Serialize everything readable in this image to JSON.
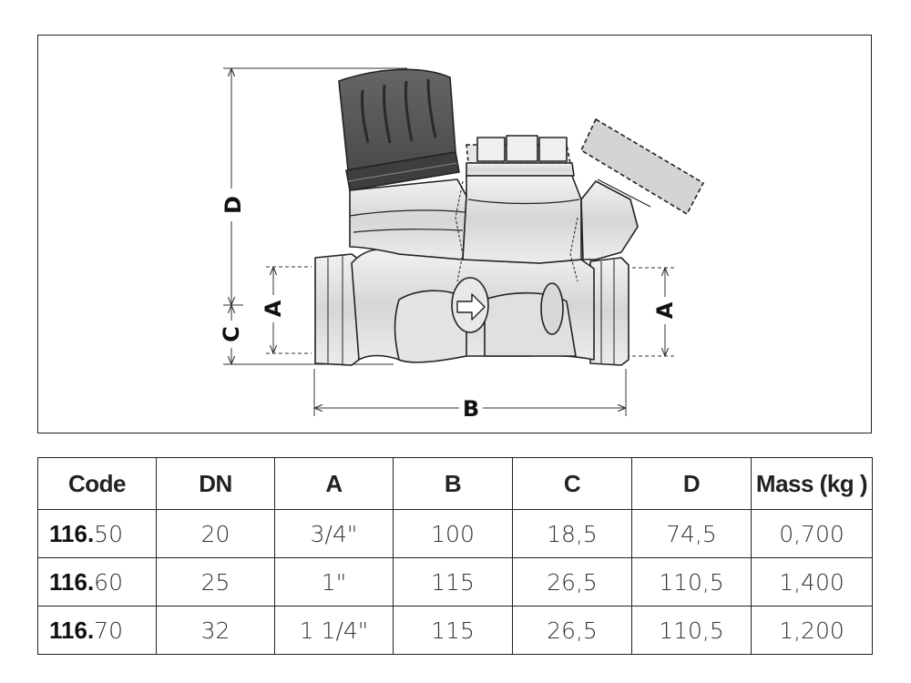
{
  "drawing": {
    "labels": {
      "a_left": "A",
      "a_right": "A",
      "b": "B",
      "c": "C",
      "d": "D"
    }
  },
  "table": {
    "headers": [
      "Code",
      "DN",
      "A",
      "B",
      "C",
      "D",
      "Mass (kg  )"
    ],
    "rows": [
      {
        "code_bold": "116.",
        "code_suffix": "50",
        "dn": "20",
        "a": "3/4\"",
        "b": "100",
        "c": "18,5",
        "d": "74,5",
        "mass": "0,700"
      },
      {
        "code_bold": "116.",
        "code_suffix": "60",
        "dn": "25",
        "a": "1\"",
        "b": "115",
        "c": "26,5",
        "d": "110,5",
        "mass": "1,400"
      },
      {
        "code_bold": "116.",
        "code_suffix": "70",
        "dn": "32",
        "a": "1 1/4\"",
        "b": "115",
        "c": "26,5",
        "d": "110,5",
        "mass": "1,200"
      }
    ]
  }
}
